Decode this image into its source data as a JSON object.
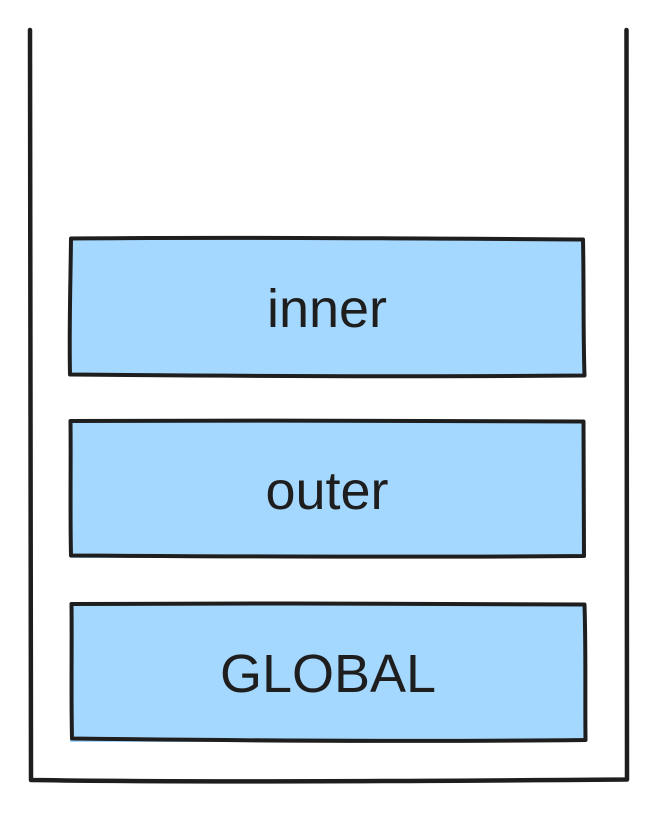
{
  "diagram": {
    "frames": [
      {
        "id": "inner",
        "label": "inner"
      },
      {
        "id": "outer",
        "label": "outer"
      },
      {
        "id": "global",
        "label": "GLOBAL"
      }
    ]
  },
  "colors": {
    "frame_fill": "#a5d8ff",
    "stroke": "#1e1e1e",
    "background": "#ffffff"
  }
}
